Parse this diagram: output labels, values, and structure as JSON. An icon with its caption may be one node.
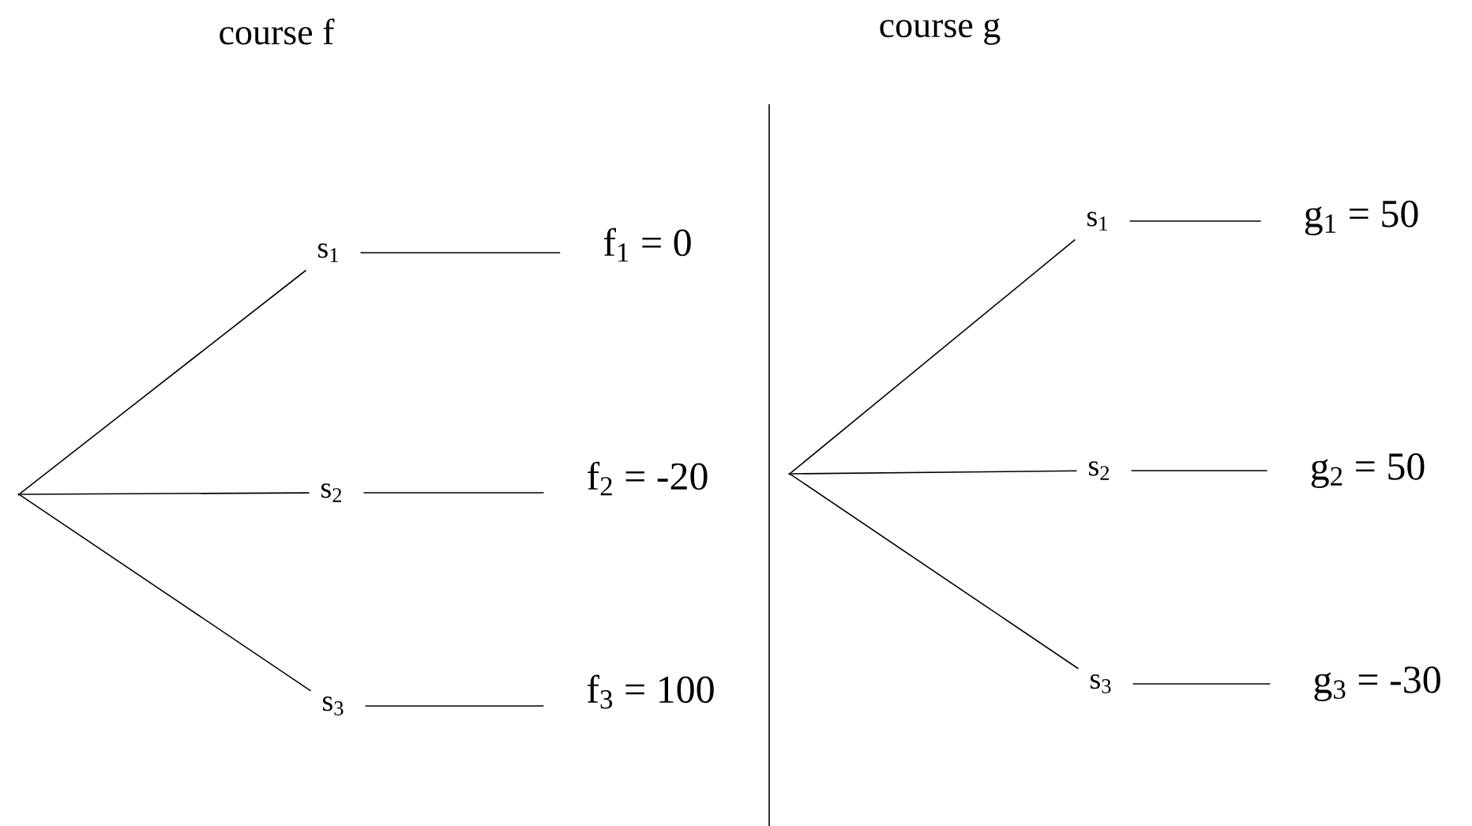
{
  "diagram": {
    "nodes": [
      {
        "text": [],
        "shape": "point"
      },
      {
        "text": [
          "s$_{1}$"
        ]
      },
      {
        "text": [
          "s$_{2}$"
        ]
      },
      {
        "text": [
          "s$_{3}$"
        ]
      },
      {
        "text": [
          "f$_{1}$ = 0"
        ]
      },
      {
        "text": [
          "f$_{2}$ = -20"
        ]
      },
      {
        "text": [
          "f$_{3}$ = 100"
        ]
      },
      {
        "text": [],
        "shape": "point"
      },
      {
        "text": [
          "s$_{1}$"
        ]
      },
      {
        "text": [
          "s$_{2}$"
        ]
      },
      {
        "text": [
          "s$_{3}$"
        ]
      },
      {
        "text": [
          "g$_{1}$ = 50"
        ]
      },
      {
        "text": [
          "g$_{2}$ = 50"
        ]
      },
      {
        "text": [
          "g$_{3}$ = -30"
        ]
      }
    ],
    "edges": [
      {
        "from": 0,
        "to": 1,
        "arrow": "none"
      },
      {
        "from": 0,
        "to": 2,
        "arrow": "none"
      },
      {
        "from": 0,
        "to": 3,
        "arrow": "none"
      },
      {
        "from": 1,
        "to": 4,
        "arrow": "none"
      },
      {
        "from": 2,
        "to": 5,
        "arrow": "none"
      },
      {
        "from": 3,
        "to": 6,
        "arrow": "none"
      },
      {
        "from": 7,
        "to": 8,
        "arrow": "none"
      },
      {
        "from": 7,
        "to": 9,
        "arrow": "none"
      },
      {
        "from": 7,
        "to": 10,
        "arrow": "none"
      },
      {
        "from": 8,
        "to": 11,
        "arrow": "none"
      },
      {
        "from": 9,
        "to": 12,
        "arrow": "none"
      },
      {
        "from": 10,
        "to": 13,
        "arrow": "none"
      }
    ],
    "labels": [
      "course f",
      "course g"
    ]
  }
}
